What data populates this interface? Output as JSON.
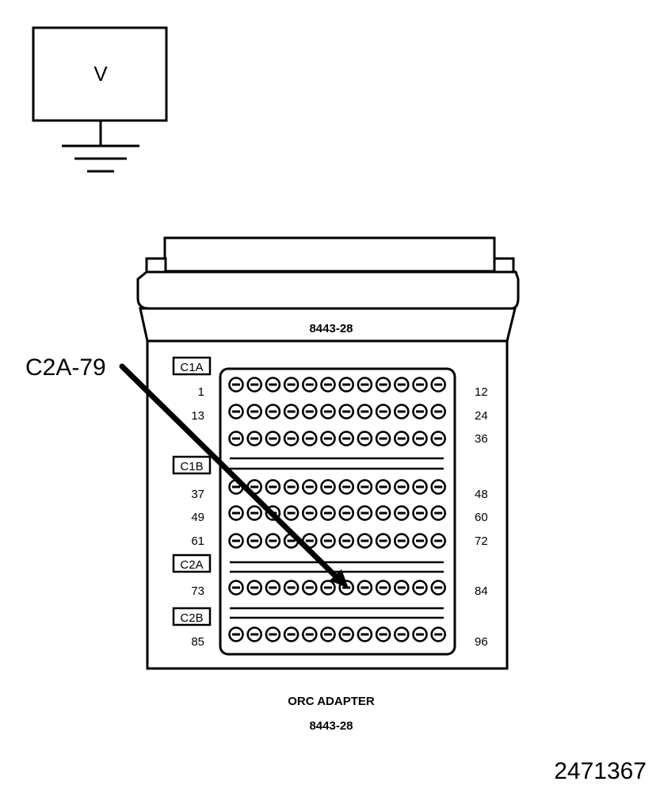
{
  "meter": {
    "label": "V"
  },
  "adapter": {
    "part_number_top": "8443-28",
    "caption_name": "ORC ADAPTER",
    "caption_part_number": "8443-28"
  },
  "probe_label": "C2A-79",
  "groups": [
    {
      "tag": "C1A"
    },
    {
      "tag": "C1B"
    },
    {
      "tag": "C2A"
    },
    {
      "tag": "C2B"
    }
  ],
  "pin_rows": [
    {
      "left": "1",
      "right": "12"
    },
    {
      "left": "13",
      "right": "24"
    },
    {
      "left": "",
      "right": "36"
    },
    {
      "left": "37",
      "right": "48"
    },
    {
      "left": "49",
      "right": "60"
    },
    {
      "left": "61",
      "right": "72"
    },
    {
      "left": "73",
      "right": "84"
    },
    {
      "left": "85",
      "right": "96"
    }
  ],
  "figure_id": "2471367"
}
